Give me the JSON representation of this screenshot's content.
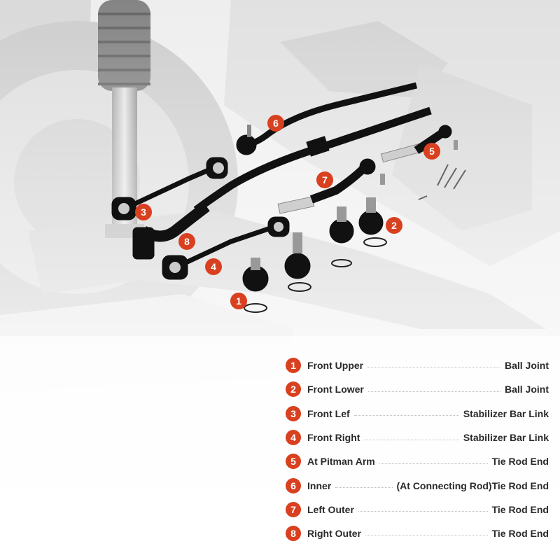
{
  "callouts": [
    {
      "num": "1"
    },
    {
      "num": "2"
    },
    {
      "num": "3"
    },
    {
      "num": "4"
    },
    {
      "num": "5"
    },
    {
      "num": "6"
    },
    {
      "num": "7"
    },
    {
      "num": "8"
    }
  ],
  "legend": [
    {
      "num": "1",
      "label": "Front Upper",
      "value": "Ball Joint"
    },
    {
      "num": "2",
      "label": "Front Lower",
      "value": "Ball Joint"
    },
    {
      "num": "3",
      "label": "Front Lef",
      "value": "Stabilizer Bar Link"
    },
    {
      "num": "4",
      "label": "Front Right",
      "value": "Stabilizer Bar Link"
    },
    {
      "num": "5",
      "label": "At Pitman Arm",
      "value": "Tie Rod End"
    },
    {
      "num": "6",
      "label": "Inner",
      "value": "(At Connecting Rod)Tie Rod End"
    },
    {
      "num": "7",
      "label": "Left Outer",
      "value": "Tie Rod End"
    },
    {
      "num": "8",
      "label": "Right Outer",
      "value": "Tie Rod End"
    }
  ],
  "colors": {
    "badge": "#d9401f",
    "part": "#111111",
    "text": "#2a2a2a"
  }
}
